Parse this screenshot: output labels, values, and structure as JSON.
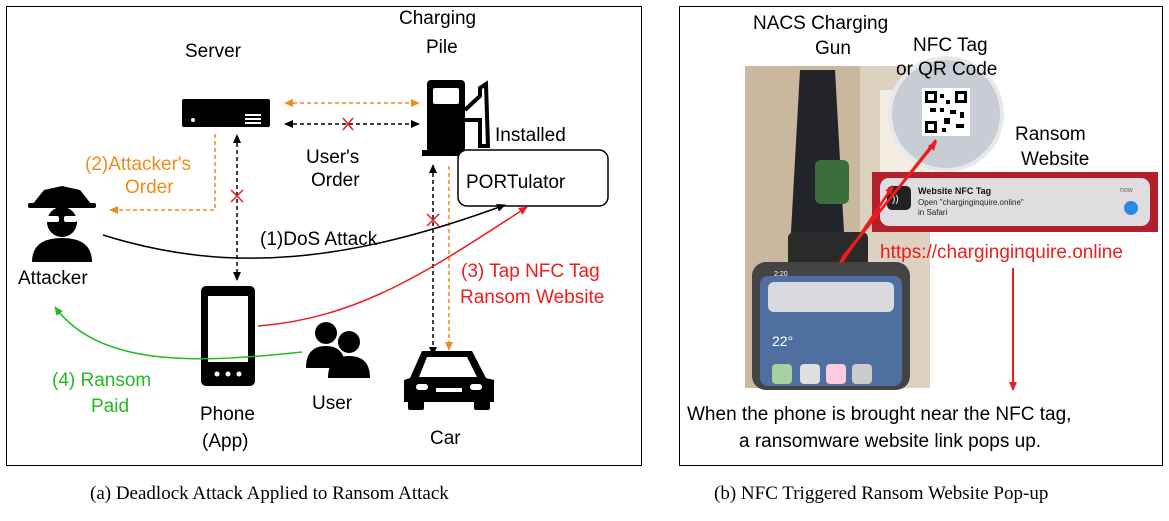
{
  "panel_a": {
    "labels": {
      "server": "Server",
      "charging_pile_1": "Charging",
      "charging_pile_2": "Pile",
      "installed": "Installed",
      "users_order_1": "User's",
      "users_order_2": "Order",
      "attackers_order_1": "(2)Attacker's",
      "attackers_order_2": "Order",
      "portulator": "PORTulator",
      "dos_attack": "(1)DoS Attack",
      "attacker": "Attacker",
      "tap_nfc_1": "(3) Tap NFC Tag",
      "tap_nfc_2": "Ransom Website",
      "ransom_paid_1": "(4) Ransom",
      "ransom_paid_2": "Paid",
      "phone_1": "Phone",
      "phone_2": "(App)",
      "user": "User",
      "car": "Car"
    },
    "caption": "(a) Deadlock Attack Applied to Ransom Attack",
    "colors": {
      "orange": "#f08c1c",
      "red": "#ee1c1c",
      "green": "#22bb22",
      "black": "#000000"
    }
  },
  "panel_b": {
    "labels": {
      "nacs_1": "NACS Charging",
      "nacs_2": "Gun",
      "nfc_tag_1": "NFC Tag",
      "nfc_tag_2": "or QR Code",
      "ransom_1": "Ransom",
      "ransom_2": "Website",
      "url": "https://charginginquire.online",
      "note_1": "When the phone is brought near the NFC tag,",
      "note_2": "a ransomware website link pops up."
    },
    "notification": {
      "title": "Website NFC Tag",
      "line1": "Open \"charginginquire.online\"",
      "line2": "in Safari",
      "time": "now"
    },
    "phone_screen": {
      "time": "2:20",
      "temp": "22°"
    },
    "caption": "(b) NFC Triggered Ransom Website Pop-up"
  }
}
